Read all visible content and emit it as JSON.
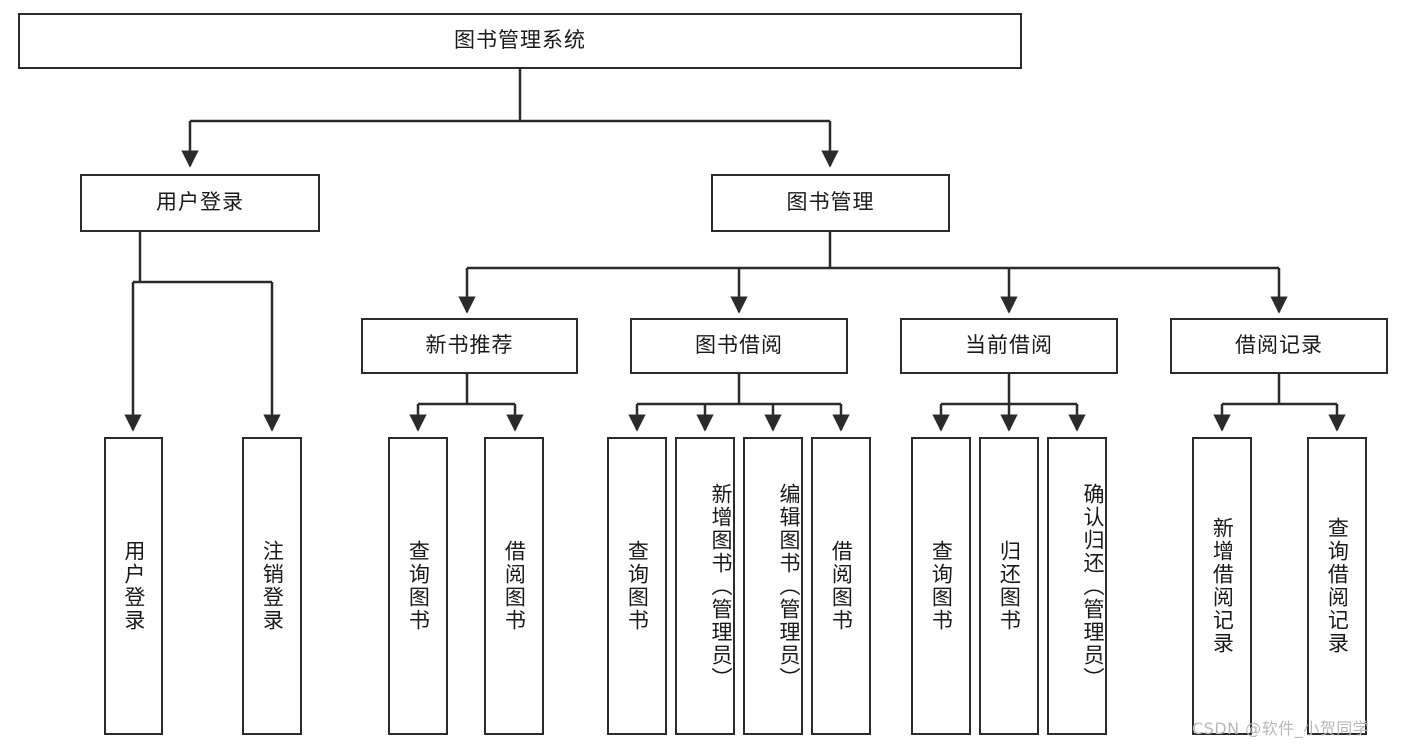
{
  "diagram": {
    "title": "图书管理系统",
    "type": "tree-hierarchy-chart",
    "root": {
      "id": "root",
      "label": "图书管理系统"
    },
    "level1": [
      {
        "id": "user-login",
        "label": "用户登录"
      },
      {
        "id": "book-manage",
        "label": "图书管理"
      }
    ],
    "level2": [
      {
        "id": "new-book-rec",
        "label": "新书推荐",
        "parent": "book-manage"
      },
      {
        "id": "book-borrow",
        "label": "图书借阅",
        "parent": "book-manage"
      },
      {
        "id": "current-borrow",
        "label": "当前借阅",
        "parent": "book-manage"
      },
      {
        "id": "borrow-record",
        "label": "借阅记录",
        "parent": "book-manage"
      }
    ],
    "leaves": {
      "user-login": [
        {
          "id": "leaf-user-login",
          "label": "用户登录"
        },
        {
          "id": "leaf-logout",
          "label": "注销登录"
        }
      ],
      "new-book-rec": [
        {
          "id": "leaf-query-book-1",
          "label": "查询图书"
        },
        {
          "id": "leaf-borrow-book-1",
          "label": "借阅图书"
        }
      ],
      "book-borrow": [
        {
          "id": "leaf-query-book-2",
          "label": "查询图书"
        },
        {
          "id": "leaf-add-book",
          "label": "新增图书（管理员）"
        },
        {
          "id": "leaf-edit-book",
          "label": "编辑图书（管理员）"
        },
        {
          "id": "leaf-borrow-book-2",
          "label": "借阅图书"
        }
      ],
      "current-borrow": [
        {
          "id": "leaf-query-book-3",
          "label": "查询图书"
        },
        {
          "id": "leaf-return-book",
          "label": "归还图书"
        },
        {
          "id": "leaf-confirm-return",
          "label": "确认归还（管理员）"
        }
      ],
      "borrow-record": [
        {
          "id": "leaf-add-record",
          "label": "新增借阅记录"
        },
        {
          "id": "leaf-query-record",
          "label": "查询借阅记录"
        }
      ]
    }
  },
  "watermark": {
    "text": "CSDN @软件_小贺同学"
  },
  "colors": {
    "stroke": "#2b2b2b",
    "background": "#ffffff",
    "text": "#1a1a1a",
    "watermark": "#b9b9b9"
  }
}
